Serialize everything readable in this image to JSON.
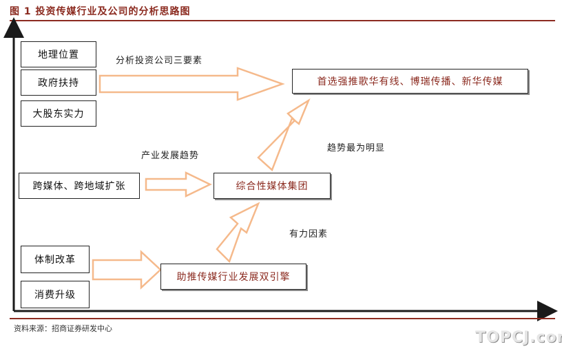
{
  "figure": {
    "title": "图 1 投资传媒行业及公司的分析思路图",
    "source": "资料来源：招商证券研发中心",
    "watermark": "TOPCJ.com"
  },
  "left_factors": {
    "three_elements": [
      "地理位置",
      "政府扶持",
      "大股东实力"
    ],
    "industry_trend": "跨媒体、跨地域扩张",
    "drivers": [
      "体制改革",
      "消费升级"
    ]
  },
  "flow_labels": {
    "three_elements": "分析投资公司三要素",
    "industry_trend": "产业发展趋势",
    "trend_obvious": "趋势最为明显",
    "favorable": "有力因素"
  },
  "result_boxes": {
    "top_pick": "首选强推歌华有线、博瑞传播、新华传媒",
    "integrated": "综合性媒体集团",
    "dual_engine": "助推传媒行业发展双引擎"
  },
  "colors": {
    "accent": "#8b2a1f",
    "arrow_stroke": "#f5b98b",
    "axis": "#1a1a1a"
  }
}
